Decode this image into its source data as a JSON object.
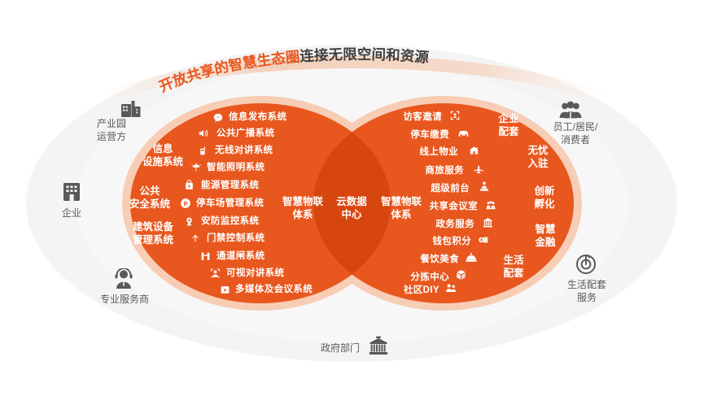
{
  "meta": {
    "title_orange": "开放共享的智慧生态圈",
    "title_dark": "连接无限空间和资源",
    "colors": {
      "orange": "#E8571E",
      "orange_dark": "#DB4A12",
      "gap_peach": "#F7CDB5",
      "backdrop_gray": "#F2F2F2",
      "backdrop_gray2": "#F7F7F7",
      "label_gray": "#595959",
      "title_dark": "#3F3F3F"
    }
  },
  "core": {
    "center": "云数据\n中心",
    "left": "智慧物联\n体系",
    "right": "智慧物联\n体系"
  },
  "left_circle": {
    "categories": [
      {
        "label": "信息\n设施系统"
      },
      {
        "label": "公共\n安全系统"
      },
      {
        "label": "建筑设备\n管理系统"
      }
    ],
    "items": [
      {
        "label": "信息发布系统",
        "icon": "chat-bubble-icon"
      },
      {
        "label": "公共广播系统",
        "icon": "speaker-icon"
      },
      {
        "label": "无线对讲系统",
        "icon": "walkie-talkie-icon"
      },
      {
        "label": "智能照明系统",
        "icon": "lamp-icon"
      },
      {
        "label": "能源管理系统",
        "icon": "energy-meter-icon"
      },
      {
        "label": "停车场管理系统",
        "icon": "parking-icon"
      },
      {
        "label": "安防监控系统",
        "icon": "cctv-camera-icon"
      },
      {
        "label": "门禁控制系统",
        "icon": "access-control-icon"
      },
      {
        "label": "通道闸系统",
        "icon": "turnstile-icon"
      },
      {
        "label": "可视对讲系统",
        "icon": "video-intercom-icon"
      },
      {
        "label": "多媒体及会议系统",
        "icon": "multimedia-screen-icon"
      }
    ]
  },
  "right_circle": {
    "categories": [
      {
        "label": "企业\n配套"
      },
      {
        "label": "无忧\n入驻"
      },
      {
        "label": "创新\n孵化"
      },
      {
        "label": "智慧\n金融"
      },
      {
        "label": "生活\n配套"
      }
    ],
    "items": [
      {
        "label": "访客邀请",
        "icon": "face-scan-icon"
      },
      {
        "label": "停车缴费",
        "icon": "car-icon"
      },
      {
        "label": "线上物业",
        "icon": "property-house-icon"
      },
      {
        "label": "商旅服务",
        "icon": "airplane-icon"
      },
      {
        "label": "超级前台",
        "icon": "reception-desk-icon"
      },
      {
        "label": "共享会议室",
        "icon": "meeting-room-icon"
      },
      {
        "label": "政务服务",
        "icon": "government-building-icon"
      },
      {
        "label": "钱包积分",
        "icon": "coins-icon"
      },
      {
        "label": "餐饮美食",
        "icon": "food-cloche-icon"
      },
      {
        "label": "分拣中心",
        "icon": "package-box-icon"
      },
      {
        "label": "社区DIY",
        "icon": "people-group-icon"
      }
    ]
  },
  "stakeholders": [
    {
      "label": "产业园\n运营方",
      "icon": "office-buildings-icon",
      "side": "left-top"
    },
    {
      "label": "企业",
      "icon": "company-building-icon",
      "side": "left-mid"
    },
    {
      "label": "专业服务商",
      "icon": "headset-agent-icon",
      "side": "left-bottom"
    },
    {
      "label": "员工/居民/\n消费者",
      "icon": "people-crowd-icon",
      "side": "right-top"
    },
    {
      "label": "生活配套\n服务",
      "icon": "lifestyle-target-icon",
      "side": "right-bottom"
    },
    {
      "label": "政府部门",
      "icon": "government-hall-icon",
      "side": "bottom"
    }
  ]
}
